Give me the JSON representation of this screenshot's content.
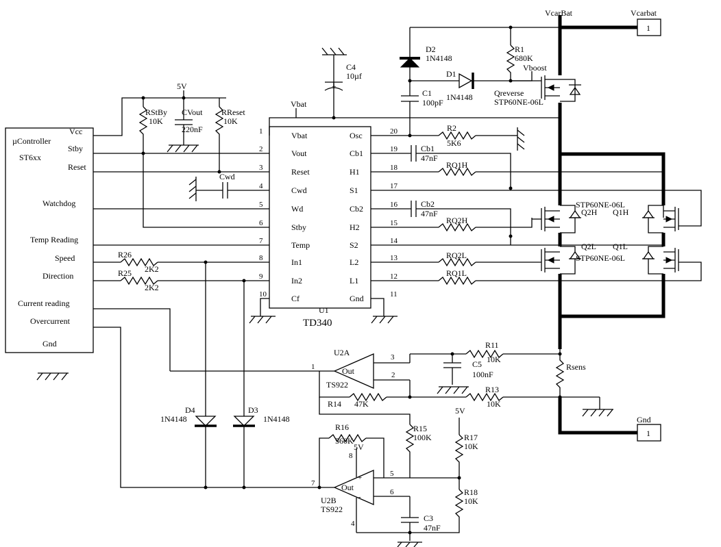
{
  "controller": {
    "title": "µController",
    "part": "ST6xx",
    "pins": {
      "vcc": "Vcc",
      "stby": "Stby",
      "reset": "Reset",
      "watchdog": "Watchdog",
      "temp": "Temp Reading",
      "speed": "Speed",
      "direction": "Direction",
      "current": "Current reading",
      "overcurrent": "Overcurrent",
      "gnd": "Gnd"
    }
  },
  "u1": {
    "ref": "U1",
    "part": "TD340",
    "left_pins": [
      {
        "num": "1",
        "name": "Vbat"
      },
      {
        "num": "2",
        "name": "Vout"
      },
      {
        "num": "3",
        "name": "Reset"
      },
      {
        "num": "4",
        "name": "Cwd"
      },
      {
        "num": "5",
        "name": "Wd"
      },
      {
        "num": "6",
        "name": "Stby"
      },
      {
        "num": "7",
        "name": "Temp"
      },
      {
        "num": "8",
        "name": "In1"
      },
      {
        "num": "9",
        "name": "In2"
      },
      {
        "num": "10",
        "name": "Cf"
      }
    ],
    "right_pins": [
      {
        "num": "20",
        "name": "Osc"
      },
      {
        "num": "19",
        "name": "Cb1"
      },
      {
        "num": "18",
        "name": "H1"
      },
      {
        "num": "17",
        "name": "S1"
      },
      {
        "num": "16",
        "name": "Cb2"
      },
      {
        "num": "15",
        "name": "H2"
      },
      {
        "num": "14",
        "name": "S2"
      },
      {
        "num": "13",
        "name": "L2"
      },
      {
        "num": "12",
        "name": "L1"
      },
      {
        "num": "11",
        "name": "Gnd"
      }
    ]
  },
  "nets": {
    "v5_top": "5V",
    "vbat": "Vbat",
    "vcarbat_net": "VcarBat",
    "vcarbat_conn": "Vcarbat",
    "gnd_conn": "Gnd",
    "conn_num": "1",
    "vboost": "Vboost",
    "v5_mid": "5V",
    "v5_bot": "5V"
  },
  "components": {
    "rstby": {
      "ref": "RStBy",
      "val": "10K"
    },
    "cvout": {
      "ref": "CVout",
      "val": "220nF"
    },
    "rreset": {
      "ref": "RReset",
      "val": "10K"
    },
    "cwd": {
      "ref": "Cwd"
    },
    "c4": {
      "ref": "C4",
      "val": "10µf"
    },
    "d2": {
      "ref": "D2",
      "val": "1N4148"
    },
    "d1": {
      "ref": "D1",
      "val": "1N4148"
    },
    "r1": {
      "ref": "R1",
      "val": "680K"
    },
    "c1": {
      "ref": "C1",
      "val": "100pF"
    },
    "qreverse": {
      "ref": "Qreverse",
      "val": "STP60NE-06L"
    },
    "r2": {
      "ref": "R2",
      "val": "5K6"
    },
    "cb1": {
      "ref": "Cb1",
      "val": "47nF"
    },
    "cb2": {
      "ref": "Cb2",
      "val": "47nF"
    },
    "rq1h": {
      "ref": "RQ1H"
    },
    "rq2h": {
      "ref": "RQ2H"
    },
    "rq2l": {
      "ref": "RQ2L"
    },
    "rq1l": {
      "ref": "RQ1L"
    },
    "q_top_part": "STP60NE-06L",
    "q_bot_part": "STP60NE-06L",
    "q2h": "Q2H",
    "q1h": "Q1H",
    "q2l": "Q2L",
    "q1l": "Q1L",
    "r26": {
      "ref": "R26",
      "val": "2K2"
    },
    "r25": {
      "ref": "R25",
      "val": "2K2"
    },
    "d4": {
      "ref": "D4",
      "val": "1N4148"
    },
    "d3": {
      "ref": "D3",
      "val": "1N4148"
    },
    "u2a": {
      "ref": "U2A",
      "part": "TS922",
      "out": "Out"
    },
    "u2b": {
      "ref": "U2B",
      "part": "TS922",
      "out": "Out"
    },
    "r11": {
      "ref": "R11",
      "val": "10K"
    },
    "c5": {
      "ref": "C5",
      "val": "100nF"
    },
    "r13": {
      "ref": "R13",
      "val": "10K"
    },
    "r14": {
      "ref": "R14",
      "val": "47K"
    },
    "rsens": {
      "ref": "Rsens"
    },
    "r15": {
      "ref": "R15",
      "val": "100K"
    },
    "r16": {
      "ref": "R16",
      "val": "560K"
    },
    "r17": {
      "ref": "R17",
      "val": "10K"
    },
    "r18": {
      "ref": "R18",
      "val": "10K"
    },
    "c3": {
      "ref": "C3",
      "val": "47nF"
    }
  },
  "opamp_pins": {
    "a1": "1",
    "a2": "2",
    "a3": "3",
    "b4": "4",
    "b5": "5",
    "b6": "6",
    "b7": "7",
    "b8": "8",
    "plus": "+",
    "minus": "-"
  }
}
